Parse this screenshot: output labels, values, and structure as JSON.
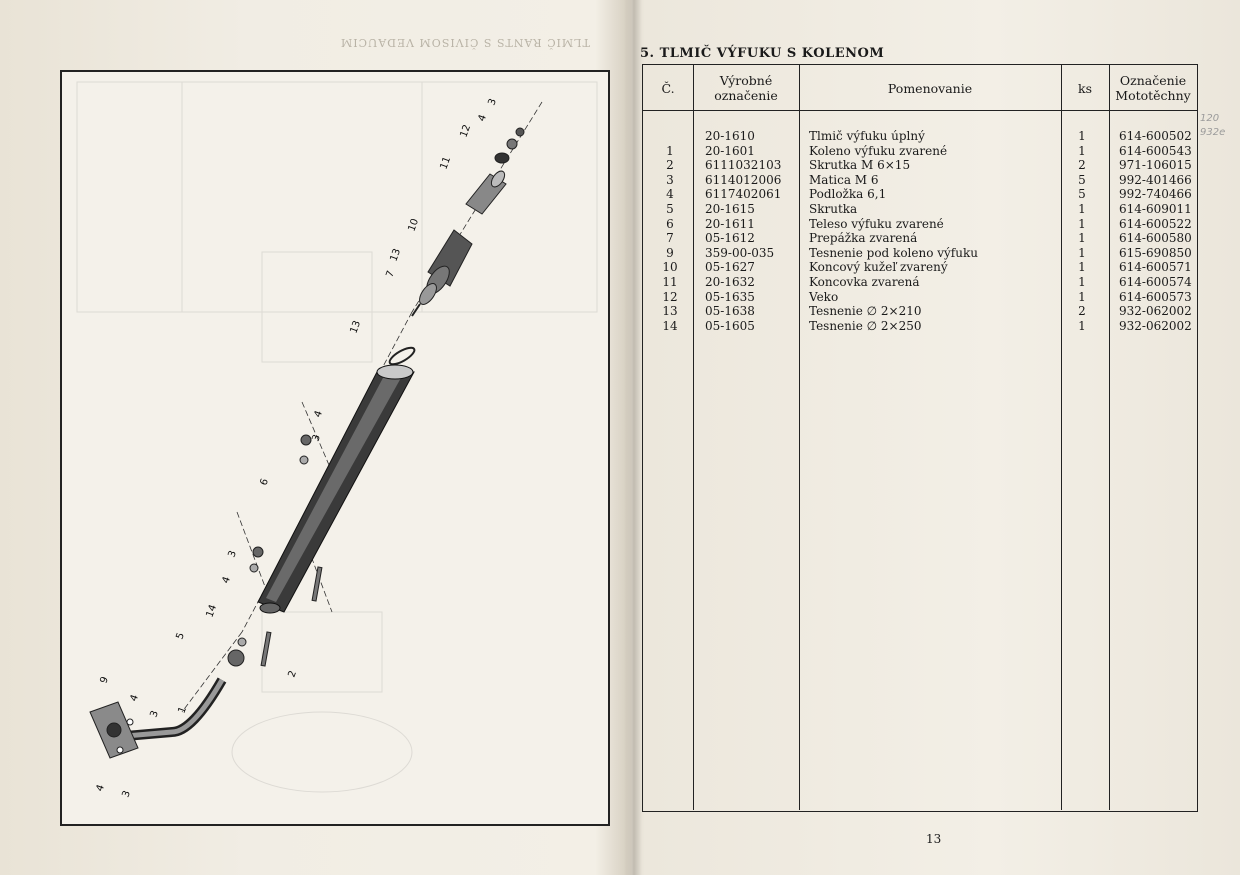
{
  "ghost_header": "TLMIČ RANTS S ČIVISOM VEDAUCIM",
  "section_title": "5. TLMIČ VÝFUKU S KOLENOM",
  "table": {
    "headers": {
      "no": "Č.",
      "code": "Výrobné označenie",
      "name": "Pomenovanie",
      "qty": "ks",
      "ref": "Označenie Mototěchny"
    },
    "rows": [
      {
        "no": "",
        "code": "20-1610",
        "name": "Tlmič výfuku úplný",
        "qty": "1",
        "ref": "614-600502"
      },
      {
        "no": "1",
        "code": "20-1601",
        "name": "Koleno výfuku zvarené",
        "qty": "1",
        "ref": "614-600543"
      },
      {
        "no": "2",
        "code": "6111032103",
        "name": "Skrutka M 6×15",
        "qty": "2",
        "ref": "971-106015"
      },
      {
        "no": "3",
        "code": "6114012006",
        "name": "Matica M 6",
        "qty": "5",
        "ref": "992-401466"
      },
      {
        "no": "4",
        "code": "6117402061",
        "name": "Podložka 6,1",
        "qty": "5",
        "ref": "992-740466"
      },
      {
        "no": "5",
        "code": "20-1615",
        "name": "Skrutka",
        "qty": "1",
        "ref": "614-609011"
      },
      {
        "no": "6",
        "code": "20-1611",
        "name": "Teleso výfuku zvarené",
        "qty": "1",
        "ref": "614-600522"
      },
      {
        "no": "7",
        "code": "05-1612",
        "name": "Prepážka zvarená",
        "qty": "1",
        "ref": "614-600580"
      },
      {
        "no": "9",
        "code": "359-00-035",
        "name": "Tesnenie pod koleno výfuku",
        "qty": "1",
        "ref": "615-690850"
      },
      {
        "no": "10",
        "code": "05-1627",
        "name": "Koncový kužeľ zvarený",
        "qty": "1",
        "ref": "614-600571"
      },
      {
        "no": "11",
        "code": "20-1632",
        "name": "Koncovka zvarená",
        "qty": "1",
        "ref": "614-600574"
      },
      {
        "no": "12",
        "code": "05-1635",
        "name": "Veko",
        "qty": "1",
        "ref": "614-600573"
      },
      {
        "no": "13",
        "code": "05-1638",
        "name": "Tesnenie ∅ 2×210",
        "qty": "2",
        "ref": "932-062002"
      },
      {
        "no": "14",
        "code": "05-1605",
        "name": "Tesnenie ∅ 2×250",
        "qty": "1",
        "ref": "932-062002"
      }
    ]
  },
  "pencil_note": [
    "120",
    "932e"
  ],
  "page_number": "13",
  "diagram_labels": [
    "3",
    "4",
    "12",
    "11",
    "10",
    "13",
    "7",
    "13",
    "4",
    "3",
    "6",
    "3",
    "4",
    "14",
    "5",
    "2",
    "9",
    "4",
    "3",
    "1",
    "4",
    "3"
  ]
}
